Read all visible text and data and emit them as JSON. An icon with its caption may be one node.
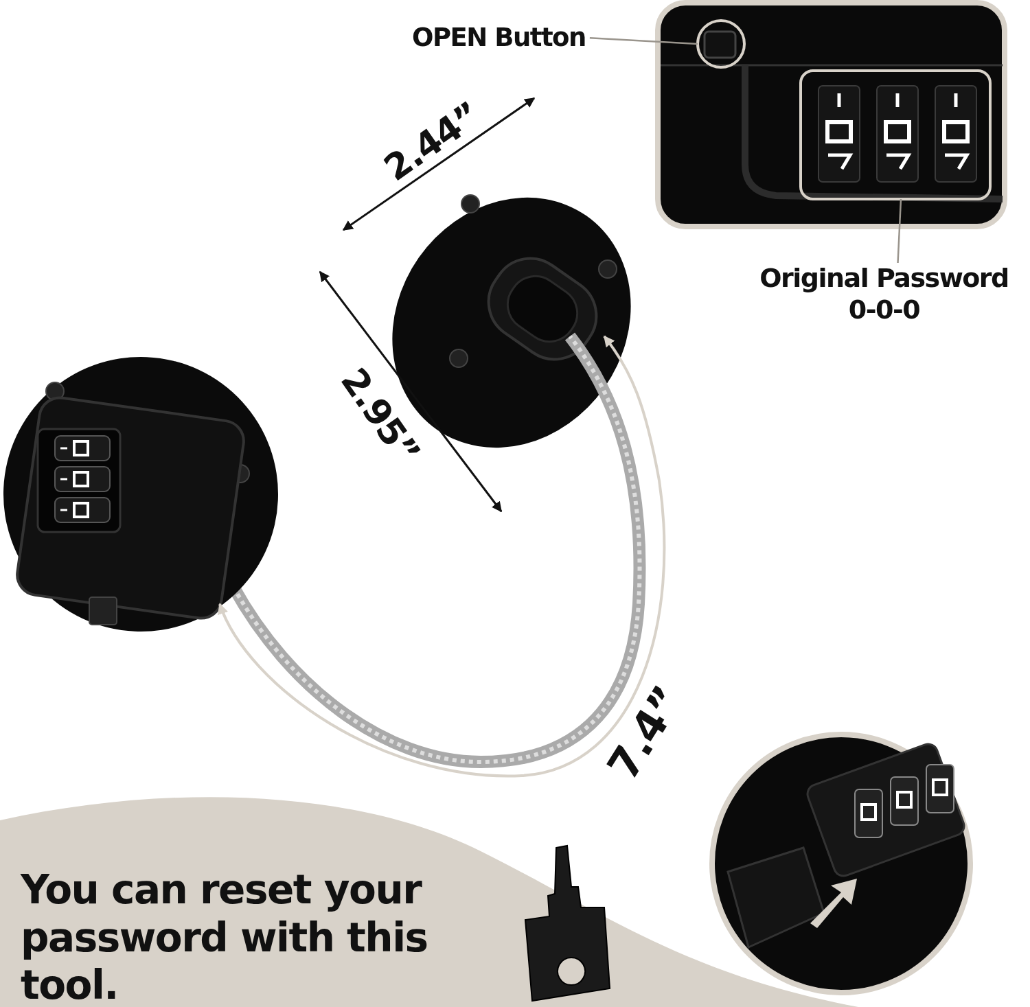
{
  "diagram": {
    "nodes": [
      {
        "text": [
          "OPEN Button"
        ]
      },
      {
        "text": [],
        "shape": "circle"
      },
      {
        "text": [
          "Original Password 0-0-0"
        ]
      },
      {
        "text": [],
        "shape": "box"
      }
    ],
    "edges": [
      {
        "from": 0,
        "to": 1,
        "arrow": "none"
      },
      {
        "from": 2,
        "to": 3,
        "arrow": "none"
      }
    ],
    "labels": [
      "2.44”",
      "2.95”",
      "7.4”",
      "You can reset your password with this tool."
    ]
  }
}
